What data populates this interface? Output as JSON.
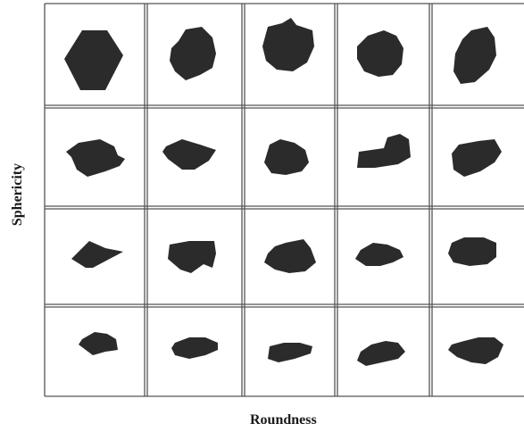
{
  "figure": {
    "xlabel": "Roundness",
    "ylabel": "Sphericity",
    "rows": 4,
    "cols": 5,
    "colors": {
      "grain": "#2b2b2b",
      "border": "#555555",
      "background": "#ffffff"
    },
    "grains": [
      {
        "row": 0,
        "col": 0,
        "shape": "angular hexagon"
      },
      {
        "row": 0,
        "col": 1,
        "shape": "subangular equant"
      },
      {
        "row": 0,
        "col": 2,
        "shape": "subangular equant"
      },
      {
        "row": 0,
        "col": 3,
        "shape": "rounded equant"
      },
      {
        "row": 0,
        "col": 4,
        "shape": "well-rounded equant"
      },
      {
        "row": 1,
        "col": 0,
        "shape": "angular blade"
      },
      {
        "row": 1,
        "col": 1,
        "shape": "angular blade"
      },
      {
        "row": 1,
        "col": 2,
        "shape": "subrounded"
      },
      {
        "row": 1,
        "col": 3,
        "shape": "stepped block"
      },
      {
        "row": 1,
        "col": 4,
        "shape": "rounded"
      },
      {
        "row": 2,
        "col": 0,
        "shape": "angular flat"
      },
      {
        "row": 2,
        "col": 1,
        "shape": "angular block"
      },
      {
        "row": 2,
        "col": 2,
        "shape": "subangular"
      },
      {
        "row": 2,
        "col": 3,
        "shape": "subrounded elongate"
      },
      {
        "row": 2,
        "col": 4,
        "shape": "rounded elongate"
      },
      {
        "row": 3,
        "col": 0,
        "shape": "angular small"
      },
      {
        "row": 3,
        "col": 1,
        "shape": "subangular elongate"
      },
      {
        "row": 3,
        "col": 2,
        "shape": "subrounded elongate"
      },
      {
        "row": 3,
        "col": 3,
        "shape": "rounded elongate"
      },
      {
        "row": 3,
        "col": 4,
        "shape": "rounded elongate"
      }
    ]
  }
}
